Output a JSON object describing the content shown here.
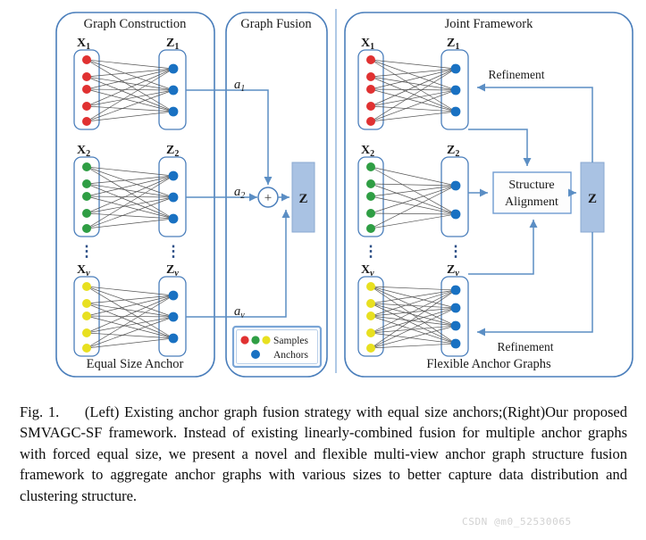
{
  "figure": {
    "left_panel": {
      "title": "Graph Construction",
      "footer": "Equal Size Anchor",
      "groups": [
        {
          "x_label": "X",
          "x_sub": "1",
          "z_label": "Z",
          "z_sub": "1",
          "sample_color": "#e03131",
          "n_samples": 5,
          "n_anchors": 3,
          "weight": "a",
          "weight_sub": "1"
        },
        {
          "x_label": "X",
          "x_sub": "2",
          "z_label": "Z",
          "z_sub": "2",
          "sample_color": "#2f9e44",
          "n_samples": 5,
          "n_anchors": 3,
          "weight": "a",
          "weight_sub": "2"
        },
        {
          "x_label": "X",
          "x_sub": "v",
          "z_label": "Z",
          "z_sub": "v",
          "sample_color": "#e8e020",
          "n_samples": 5,
          "n_anchors": 3,
          "weight": "a",
          "weight_sub": "v"
        }
      ],
      "ellipsis": "⋮"
    },
    "fusion_panel": {
      "title": "Graph Fusion",
      "operator": "+",
      "output_label": "Z",
      "legend": {
        "samples_label": "Samples",
        "anchors_label": "Anchors",
        "sample_colors": [
          "#e03131",
          "#2f9e44",
          "#e8e020"
        ],
        "anchor_color": "#1971c2"
      }
    },
    "right_panel": {
      "title": "Joint Framework",
      "footer": "Flexible Anchor Graphs",
      "groups": [
        {
          "x_label": "X",
          "x_sub": "1",
          "z_label": "Z",
          "z_sub": "1",
          "sample_color": "#e03131",
          "n_samples": 5,
          "n_anchors": 3
        },
        {
          "x_label": "X",
          "x_sub": "2",
          "z_label": "Z",
          "z_sub": "2",
          "sample_color": "#2f9e44",
          "n_samples": 5,
          "n_anchors": 2
        },
        {
          "x_label": "X",
          "x_sub": "v",
          "z_label": "Z",
          "z_sub": "v",
          "sample_color": "#e8e020",
          "n_samples": 5,
          "n_anchors": 4
        }
      ],
      "ellipsis": "⋮",
      "module_line1": "Structure",
      "module_line2": "Alignment",
      "output_label": "Z",
      "refinement_top": "Refinement",
      "refinement_bottom": "Refinement"
    },
    "colors": {
      "panel_border": "#4a7ebb",
      "arrow": "#5b8ec4",
      "edge": "#555555",
      "anchor": "#1971c2",
      "z_bar": "#a9c2e3",
      "z_bar_border": "#8aa9d0",
      "module_border": "#6e9bd1"
    }
  },
  "caption": {
    "label": "Fig. 1.",
    "text": "(Left) Existing anchor graph fusion strategy with equal size anchors;(Right)Our proposed SMVAGC-SF framework. Instead of existing linearly-combined fusion for multiple anchor graphs with forced equal size, we present a novel and flexible multi-view anchor graph structure fusion framework to aggregate anchor graphs with various sizes to better capture data distribution and clustering structure."
  },
  "watermark": "CSDN @m0_52530065"
}
